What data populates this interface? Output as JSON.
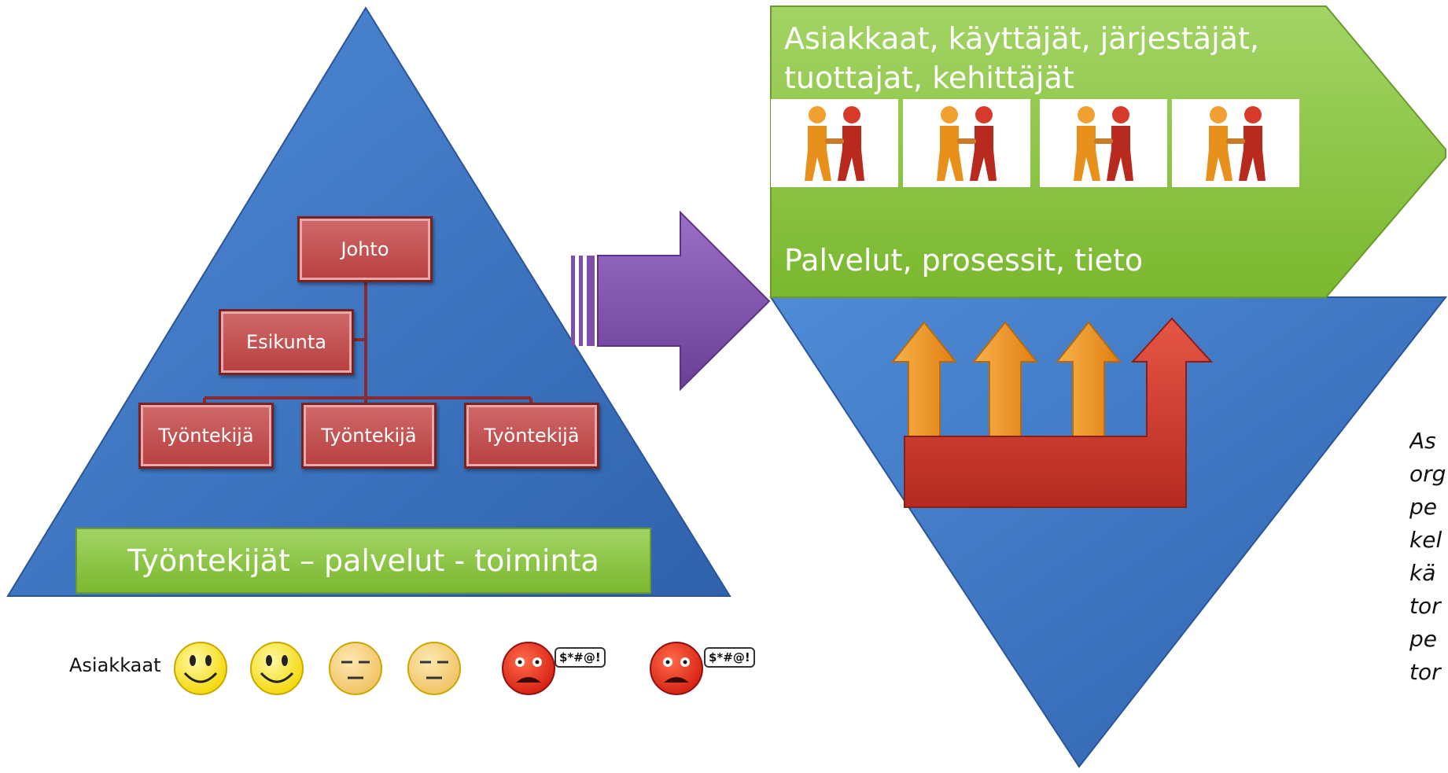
{
  "left_triangle": {
    "boxes": {
      "top": "Johto",
      "staff": "Esikunta",
      "workers": [
        "Työntekijä",
        "Työntekijä",
        "Työntekijä"
      ]
    },
    "banner": "Työntekijät – palvelut - toiminta"
  },
  "customers": {
    "label": "Asiakkaat",
    "faces": [
      {
        "mood": "happy"
      },
      {
        "mood": "happy"
      },
      {
        "mood": "neutral"
      },
      {
        "mood": "neutral"
      },
      {
        "mood": "angry",
        "speech": "$*#@!"
      },
      {
        "mood": "angry",
        "speech": "$*#@!"
      }
    ]
  },
  "right_diagram": {
    "header_line1": "Asiakkaat, käyttäjät, järjestäjät,",
    "header_line2": "tuottajat, kehittäjät",
    "subheader": "Palvelut, prosessit, tieto",
    "handshake_images": 4
  },
  "side_note": {
    "lines": [
      "As",
      "org",
      "pe",
      "kel",
      "kä",
      "tor",
      "pe",
      "tor"
    ]
  },
  "colors": {
    "triangle_blue": "#3f78c4",
    "green": "#8dc63f",
    "org_red": "#c0504d",
    "arrow_purple": "#7d4fa8",
    "arrow_orange": "#f39a1e",
    "arrow_red": "#d13a2e"
  }
}
